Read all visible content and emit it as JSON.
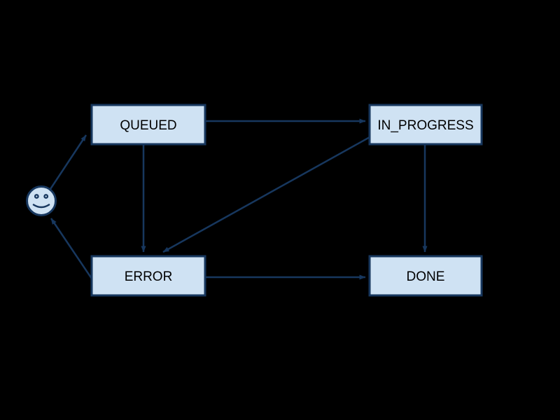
{
  "diagram": {
    "type": "state-machine",
    "background_color": "#000000",
    "node_fill_color": "#cfe2f3",
    "node_border_color": "#17375e",
    "edge_color": "#17375e",
    "node_text_color": "#000000",
    "start_node": {
      "id": "start",
      "shape": "smiley-face"
    },
    "nodes": [
      {
        "id": "queued",
        "label": "QUEUED"
      },
      {
        "id": "in_progress",
        "label": "IN_PROGRESS"
      },
      {
        "id": "error",
        "label": "ERROR"
      },
      {
        "id": "done",
        "label": "DONE"
      }
    ],
    "edges": [
      {
        "from": "start",
        "to": "queued"
      },
      {
        "from": "queued",
        "to": "in_progress"
      },
      {
        "from": "queued",
        "to": "error"
      },
      {
        "from": "in_progress",
        "to": "error"
      },
      {
        "from": "in_progress",
        "to": "done"
      },
      {
        "from": "error",
        "to": "done"
      },
      {
        "from": "error",
        "to": "start"
      }
    ]
  }
}
